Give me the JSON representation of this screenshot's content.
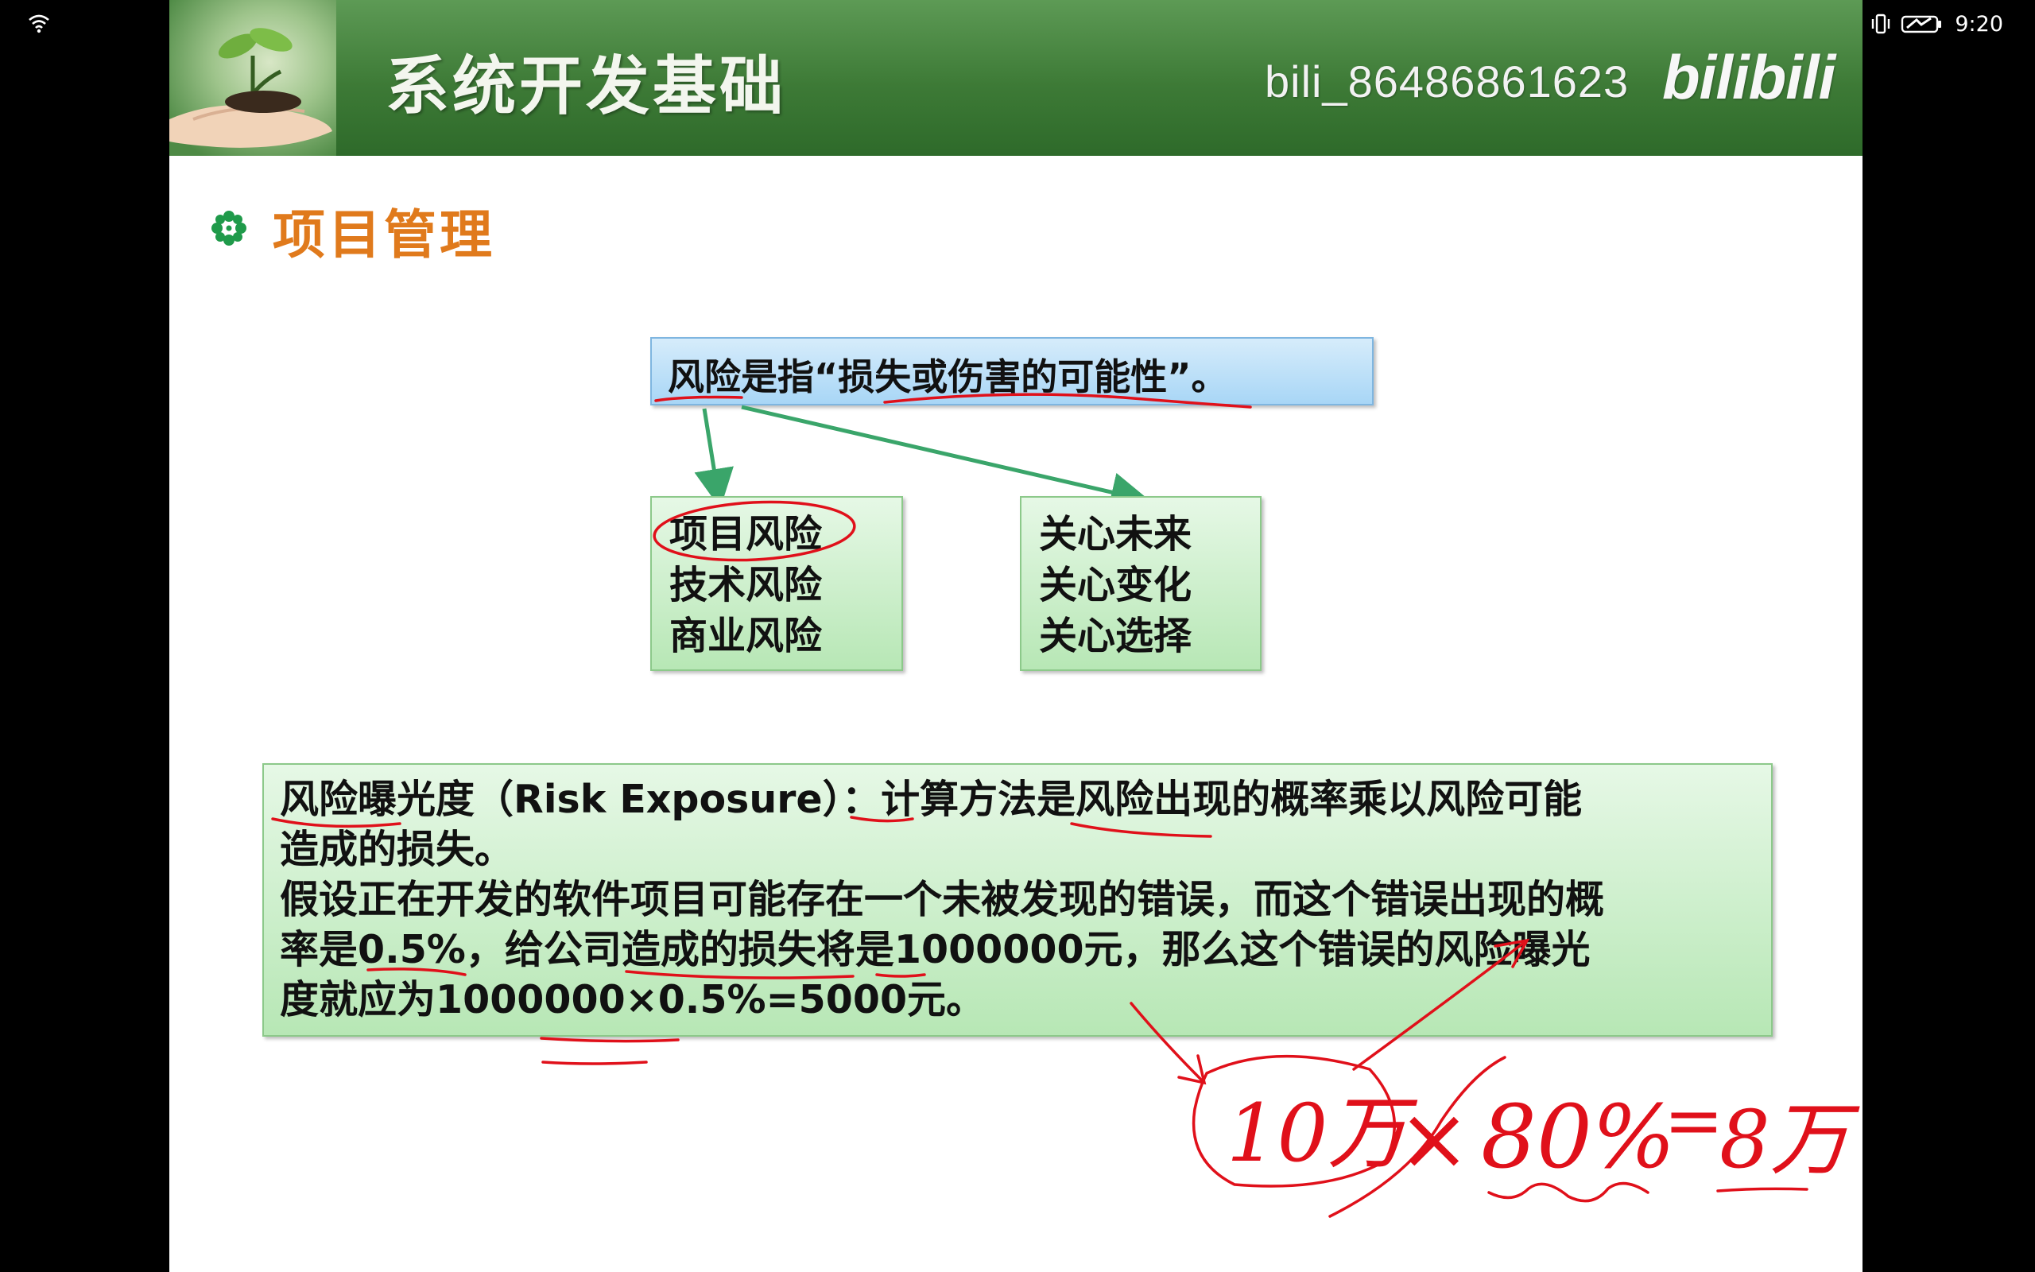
{
  "status_bar": {
    "time": "9:20",
    "left_icons": [
      "wifi-icon"
    ],
    "right_icons": [
      "eye-icon",
      "pen-icon",
      "bluetooth-icon",
      "vibrate-icon",
      "battery-icon"
    ]
  },
  "slide": {
    "header_title": "系统开发基础",
    "watermark_user": "bili_86486861623",
    "watermark_logo": "bilibili",
    "section_title": "项目管理",
    "risk_definition": "风险是指“损失或伤害的可能性”。",
    "risk_types": [
      "项目风险",
      "技术风险",
      "商业风险"
    ],
    "risk_concerns": [
      "关心未来",
      "关心变化",
      "关心选择"
    ],
    "exposure_lines": [
      "风险曝光度（Risk Exposure）：计算方法是风险出现的概率乘以风险可能",
      "造成的损失。",
      "假设正在开发的软件项目可能存在一个未被发现的错误，而这个错误出现的概",
      "率是0.5%，给公司造成的损失将是1000000元，那么这个错误的风险曝光",
      "度就应为1000000×0.5%=5000元。"
    ]
  },
  "annotation": {
    "amount": "10万",
    "times": "×",
    "rate": "80%",
    "equals": "=",
    "result": "8万"
  },
  "colors": {
    "banner_green": "#3d7a36",
    "section_orange": "#e07a1c",
    "annotation_red": "#e0101a",
    "arrow_green": "#3aa56a"
  }
}
